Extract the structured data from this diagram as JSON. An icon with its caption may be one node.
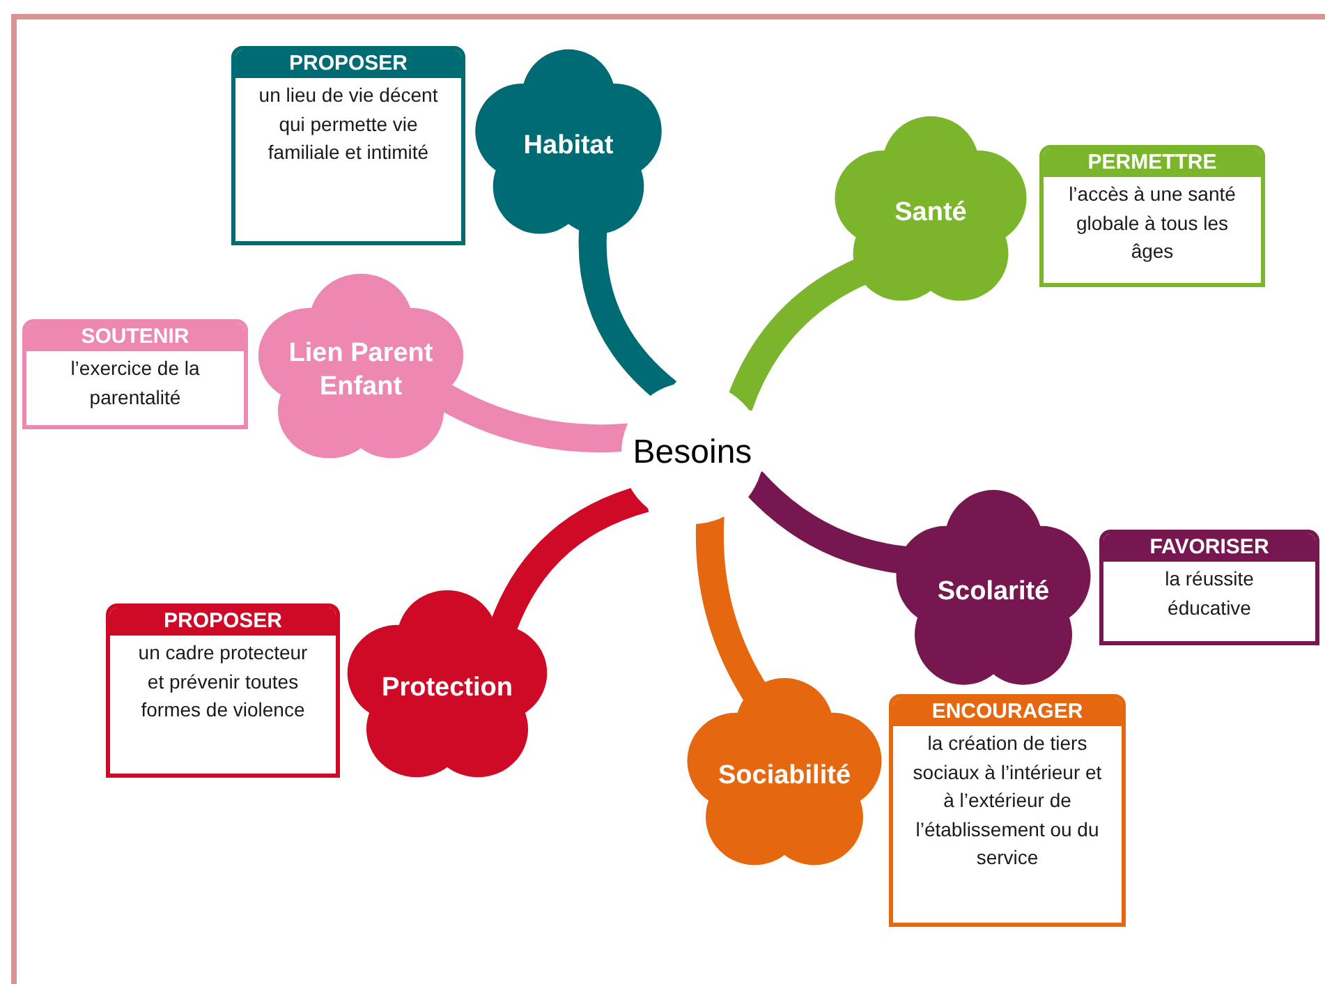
{
  "diagram": {
    "nodes": [
      {
        "text": [
          "Besoins"
        ]
      },
      {
        "text": [
          "Habitat"
        ]
      },
      {
        "text": [
          "PROPOSER",
          "un lieu de vie décent qui permette vie familiale et intimité"
        ]
      },
      {
        "text": [
          "Santé"
        ]
      },
      {
        "text": [
          "PERMETTRE",
          "l’accès à une santé globale à tous les âges"
        ]
      },
      {
        "text": [
          "Lien Parent Enfant"
        ]
      },
      {
        "text": [
          "SOUTENIR",
          "l’exercice de la parentalité"
        ]
      },
      {
        "text": [
          "Scolarité"
        ]
      },
      {
        "text": [
          "FAVORISER",
          "la réussite éducative"
        ]
      },
      {
        "text": [
          "Protection"
        ]
      },
      {
        "text": [
          "PROPOSER",
          "un cadre protecteur et prévenir toutes formes de violence"
        ]
      },
      {
        "text": [
          "Sociabilité"
        ]
      },
      {
        "text": [
          "ENCOURAGER",
          "la création de tiers sociaux à l’intérieur et à l’extérieur de l’établissement ou du service"
        ]
      }
    ],
    "edges": [
      {
        "from": 0,
        "to": 1,
        "arrow": "none",
        "color": "#006b73"
      },
      {
        "from": 0,
        "to": 3,
        "arrow": "none",
        "color": "#7ab52b"
      },
      {
        "from": 0,
        "to": 5,
        "arrow": "none",
        "color": "#ec88b1"
      },
      {
        "from": 0,
        "to": 7,
        "arrow": "none",
        "color": "#76174f"
      },
      {
        "from": 0,
        "to": 9,
        "arrow": "none",
        "color": "#cf0a26"
      },
      {
        "from": 0,
        "to": 11,
        "arrow": "none",
        "color": "#e5670f"
      }
    ]
  }
}
